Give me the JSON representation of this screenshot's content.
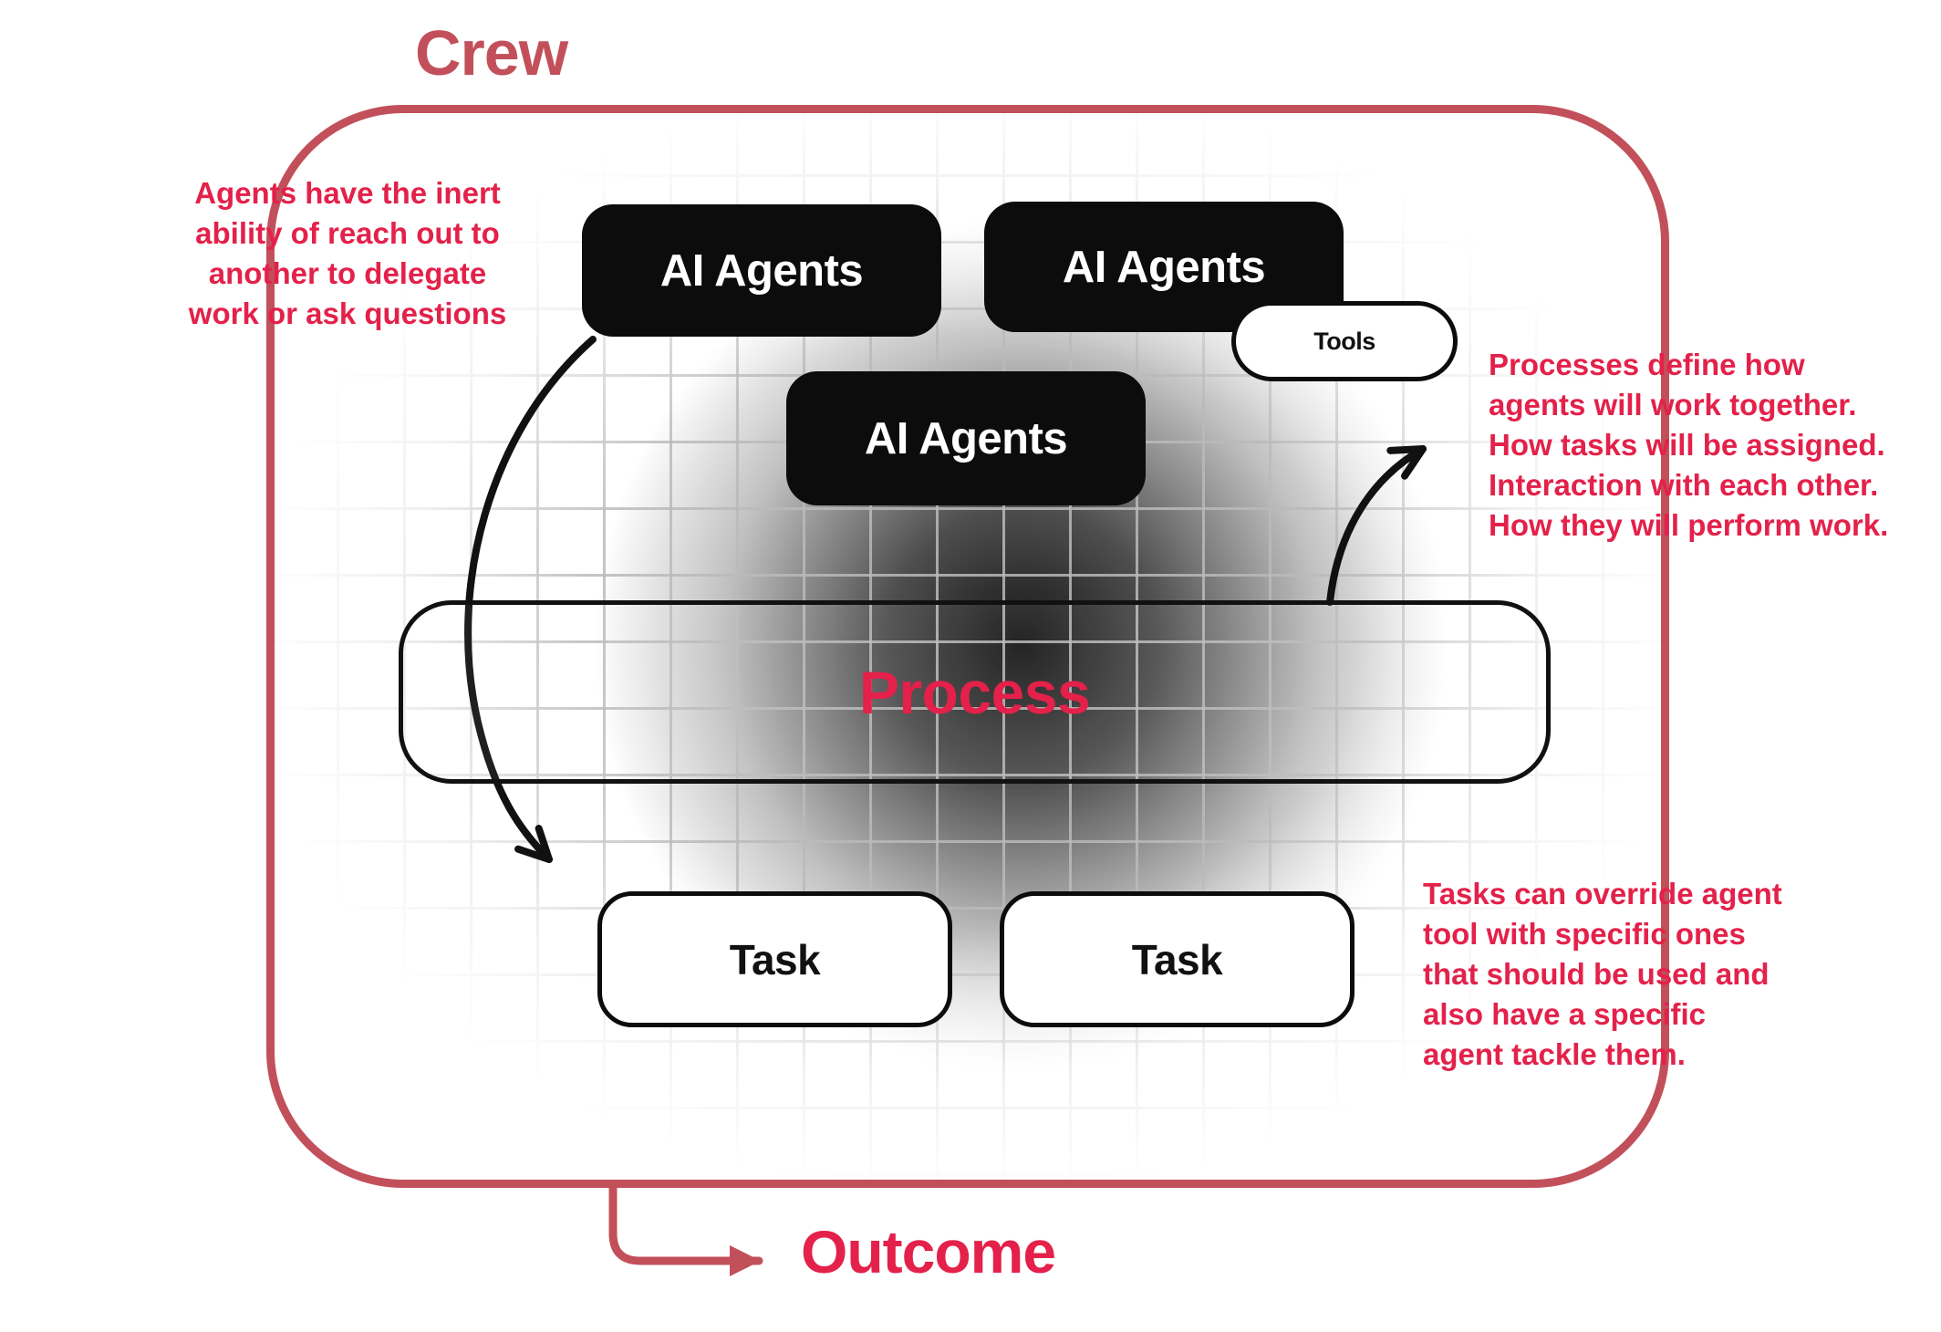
{
  "title": {
    "label": "Crew"
  },
  "boxes": {
    "agents1": {
      "label": "AI Agents"
    },
    "agents2": {
      "label": "AI Agents"
    },
    "agents3": {
      "label": "AI Agents"
    },
    "tools": {
      "label": "Tools"
    },
    "process": {
      "label": "Process"
    },
    "task1": {
      "label": "Task"
    },
    "task2": {
      "label": "Task"
    }
  },
  "outcome": {
    "label": "Outcome"
  },
  "notes": {
    "delegation": "Agents have the inert\nability of reach out to\nanother to delegate\nwork or ask questions",
    "process": "Processes define how\nagents will work together.\nHow tasks will be assigned.\nInteraction with each other.\nHow they will perform work.",
    "tasks": "Tasks can override agent\ntool with specific ones\nthat should be used and\nalso have a specific\nagent tackle them."
  },
  "colors": {
    "border_red": "#c2505a",
    "accent_red": "#e3214a",
    "box_black": "#0c0c0c"
  }
}
